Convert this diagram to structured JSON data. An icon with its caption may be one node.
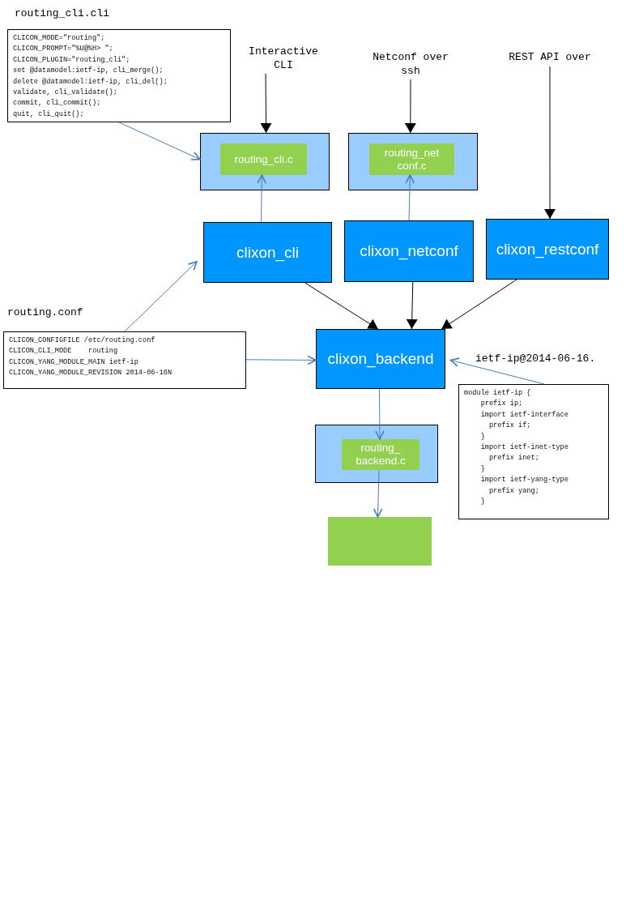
{
  "diagram": {
    "nodes": [
      {
        "text": [
          "routing_cli.cli",
          "CLICON_MODE=\"routing\";",
          "CLICON_PROMPT=\"%U@%H> \";",
          "CLICON_PLUGIN=\"routing_cli\";",
          "set @datamodel:ietf-ip, cli_merge();",
          "delete @datamodel:ietf-ip, cli_del();",
          "validate, cli_validate();",
          "commit, cli_commit();",
          "quit, cli_quit();"
        ]
      },
      {
        "text": [
          "Interactive CLI"
        ]
      },
      {
        "text": [
          "Netconf over ssh"
        ]
      },
      {
        "text": [
          "REST API over"
        ]
      },
      {
        "text": [],
        "shape": "box"
      },
      {
        "text": [
          "routing_cli.c"
        ],
        "in": 4
      },
      {
        "text": [],
        "shape": "box"
      },
      {
        "text": [
          "routing_net conf.c"
        ],
        "in": 6
      },
      {
        "text": [
          "clixon_cli"
        ]
      },
      {
        "text": [
          "clixon_netconf"
        ]
      },
      {
        "text": [
          "clixon_restconf"
        ]
      },
      {
        "text": [
          "routing.conf",
          "CLICON_CONFIGFILE /etc/routing.conf",
          "CLICON_CLI_MODE    routing",
          "CLICON_YANG_MODULE_MAIN ietf-ip",
          "CLICON_YANG_MODULE_REVISION 2014-06-16N"
        ]
      },
      {
        "text": [
          "clixon_backend"
        ]
      },
      {
        "text": [
          "ietf-ip@2014-06-16.",
          "module ietf-ip {",
          "    prefix ip;",
          "    import ietf-interface",
          "      prefix if;",
          "    }",
          "    import ietf-inet-type",
          "      prefix inet;",
          "    }",
          "    import ietf-yang-type",
          "      prefix yang;",
          "    }"
        ]
      },
      {
        "text": [],
        "shape": "box"
      },
      {
        "text": [
          "routing_ backend.c"
        ],
        "in": 14
      },
      {
        "text": [],
        "shape": "box"
      }
    ],
    "edges": [
      {
        "from": 0,
        "to": 4,
        "arrow": "to"
      },
      {
        "from": 1,
        "to": 4,
        "arrow": "to",
        "color": "#000000"
      },
      {
        "from": 2,
        "to": 6,
        "arrow": "to",
        "color": "#000000"
      },
      {
        "from": 3,
        "to": 10,
        "arrow": "to",
        "color": "#000000"
      },
      {
        "from": 8,
        "to": 5,
        "arrow": "to"
      },
      {
        "from": 9,
        "to": 7,
        "arrow": "to"
      },
      {
        "from": 8,
        "to": 12,
        "arrow": "to",
        "color": "#000000"
      },
      {
        "from": 9,
        "to": 12,
        "arrow": "to",
        "color": "#000000"
      },
      {
        "from": 10,
        "to": 12,
        "arrow": "to",
        "color": "#000000"
      },
      {
        "from": 11,
        "to": 8,
        "arrow": "to"
      },
      {
        "from": 11,
        "to": 12,
        "arrow": "to"
      },
      {
        "from": 13,
        "to": 12,
        "arrow": "to"
      },
      {
        "from": 12,
        "to": 15,
        "arrow": "to"
      },
      {
        "from": 15,
        "to": 16,
        "arrow": "to"
      }
    ]
  }
}
